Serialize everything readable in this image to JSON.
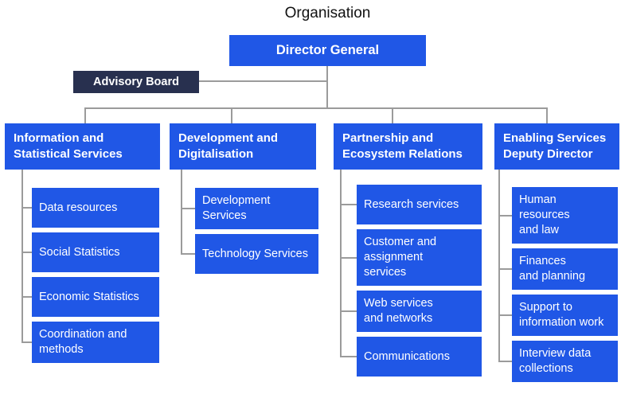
{
  "title": "Organisation",
  "nodes": {
    "root": "Director General",
    "advisory": "Advisory Board"
  },
  "departments": [
    {
      "label": "Information and\nStatistical Services",
      "children": [
        "Data resources",
        "Social Statistics",
        "Economic Statistics",
        "Coordination and\nmethods"
      ]
    },
    {
      "label": "Development and\nDigitalisation",
      "children": [
        "Development\nServices",
        "Technology Services"
      ]
    },
    {
      "label": "Partnership and\nEcosystem Relations",
      "children": [
        "Research services",
        "Customer and\nassignment\nservices",
        "Web services\nand networks",
        "Communications"
      ]
    },
    {
      "label": "Enabling Services\nDeputy Director",
      "children": [
        "Human\nresources\nand law",
        "Finances\nand planning",
        "Support to\ninformation work",
        "Interview data\ncollections"
      ]
    }
  ],
  "colors": {
    "node_blue": "#2057e6",
    "advisory_navy": "#28304f",
    "connector_gray": "#9b9b9b",
    "title_text": "#111111",
    "node_text": "#ffffff",
    "background": "#ffffff"
  }
}
